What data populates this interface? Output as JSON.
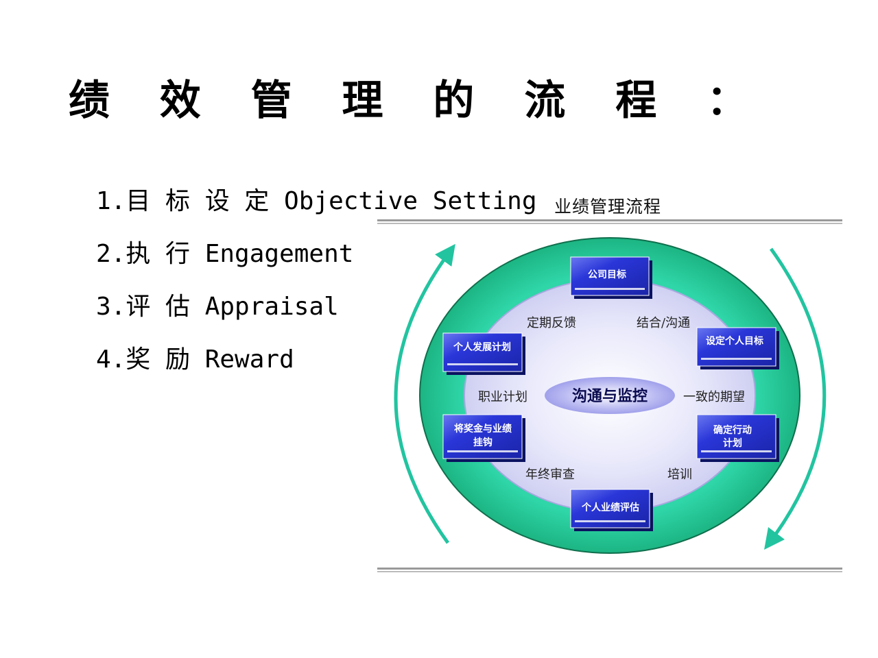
{
  "page": {
    "title": "绩 效 管 理 的 流 程 ："
  },
  "steps": [
    "1.目 标 设 定 Objective Setting",
    "2.执 行 Engagement",
    "3.评 估 Appraisal",
    "4.奖  励 Reward"
  ],
  "diagram": {
    "caption": "业绩管理流程",
    "center": "沟通与监控",
    "boxes": {
      "top": "公司目标",
      "upper_right": "设定个人目标",
      "lower_right_1": "确定行动",
      "lower_right_2": "计划",
      "bottom": "个人业绩评估",
      "lower_left_1": "将奖金与业绩",
      "lower_left_2": "挂钩",
      "upper_left": "个人发展计划"
    },
    "ring_labels": {
      "upper_left": "定期反馈",
      "upper_right": "结合/沟通",
      "right": "一致的期望",
      "lower_right": "培训",
      "lower_left": "年终审查",
      "left": "职业计划"
    },
    "colors": {
      "outer_ring": "#1fb487",
      "inner_fill": "#d9d9f6",
      "box_fill": "#2535cc",
      "arrow": "#22c4a0",
      "rule": "#9a9a9a"
    }
  }
}
